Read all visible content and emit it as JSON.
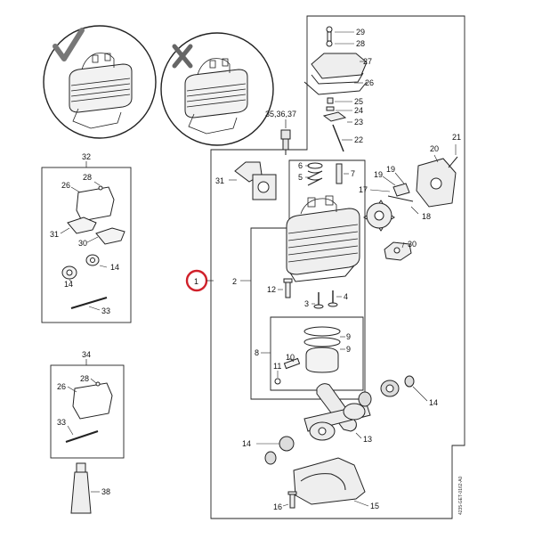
{
  "diagram": {
    "labels": {
      "n1": "1",
      "n2": "2",
      "n3": "3",
      "n4": "4",
      "n5": "5",
      "n6": "6",
      "n7": "7",
      "n8": "8",
      "n9a": "9",
      "n9b": "9",
      "n10": "10",
      "n11": "11",
      "n12": "12",
      "n13": "13",
      "n14_right": "14",
      "n14_bottom": "14",
      "n15": "15",
      "n16": "16",
      "n17": "17",
      "n18": "18",
      "n19a": "19",
      "n19b": "19",
      "n20": "20",
      "n21": "21",
      "n22": "22",
      "n23": "23",
      "n24": "24",
      "n25": "25",
      "n26": "26",
      "n27": "27",
      "n28": "28",
      "n29": "29",
      "n30": "30",
      "n31": "31",
      "n35_37": "35,36,37",
      "kit32_title": "32",
      "kit32_26": "26",
      "kit32_28": "28",
      "kit32_31": "31",
      "kit32_30": "30",
      "kit32_14a": "14",
      "kit32_14b": "14",
      "kit32_33": "33",
      "kit34_title": "34",
      "kit34_26": "26",
      "kit34_28": "28",
      "kit34_33": "33",
      "n38": "38"
    },
    "drawing_code": "4235-GET-0162-A0",
    "colors": {
      "ink": "#1a1a1a",
      "highlight": "#d0202a",
      "check": "#777777"
    }
  }
}
